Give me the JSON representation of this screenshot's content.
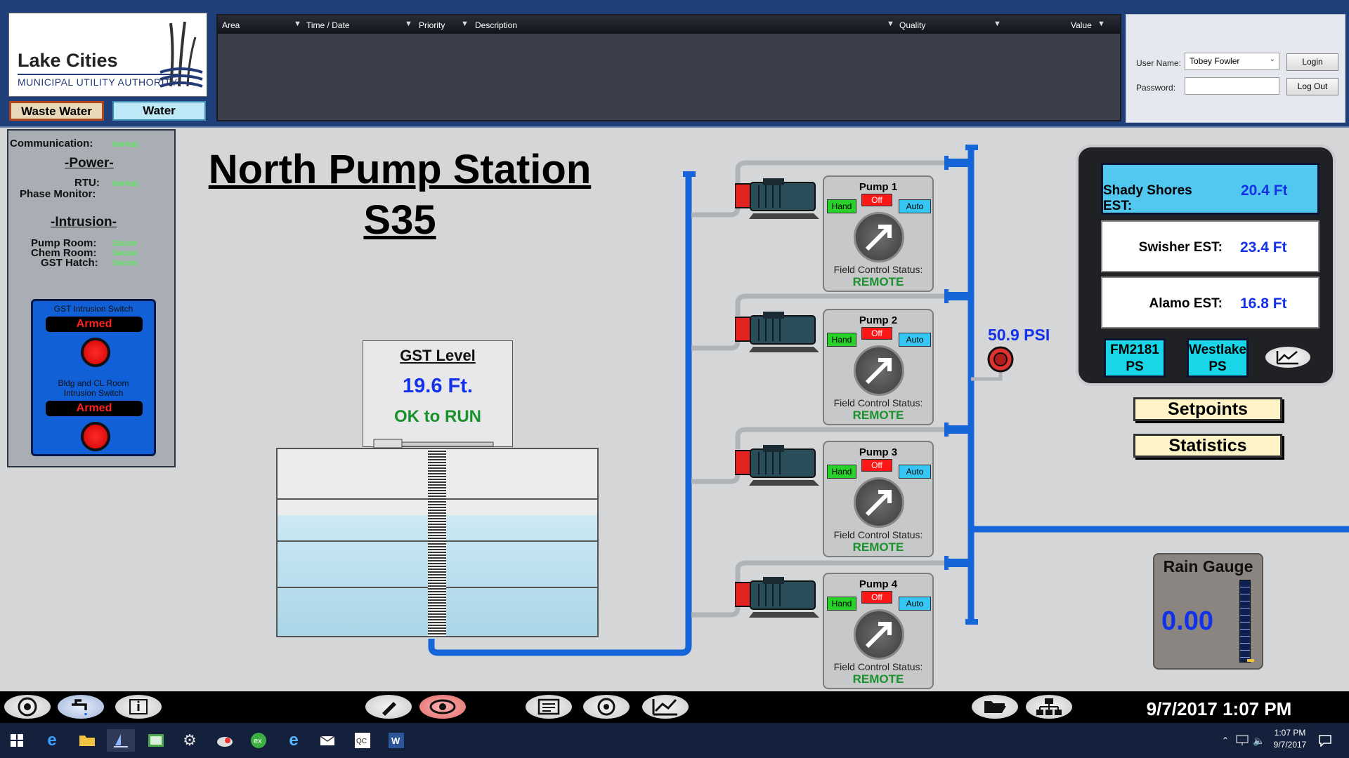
{
  "header": {
    "logo": {
      "line1": "Lake Cities",
      "line2": "MUNICIPAL UTILITY AUTHORITY"
    },
    "utility_buttons": {
      "waste_water": "Waste Water",
      "water": "Water"
    },
    "alarm_columns": {
      "area": "Area",
      "time_date": "Time / Date",
      "priority": "Priority",
      "description": "Description",
      "quality": "Quality",
      "value": "Value"
    },
    "login": {
      "user_label": "User Name:",
      "user_value": "Tobey Fowler",
      "password_label": "Password:",
      "login_button": "Login",
      "logout_button": "Log Out"
    }
  },
  "sidebar": {
    "communication_label": "Communication:",
    "communication_value": "Normal",
    "power_heading": "-Power-",
    "rtu_label": "RTU:",
    "rtu_value": "Normal",
    "phase_label": "Phase Monitor:",
    "intrusion_heading": "-Intrusion-",
    "pump_room_label": "Pump Room:",
    "pump_room_value": "Secure",
    "chem_room_label": "Chem Room:",
    "chem_room_value": "Secure",
    "gst_hatch_label": "GST Hatch:",
    "gst_hatch_value": "Secure",
    "gst_switch_label": "GST Intrusion Switch",
    "gst_switch_state": "Armed",
    "bldg_switch_label": "Bldg and CL Room Intrusion Switch",
    "bldg_switch_state": "Armed"
  },
  "main": {
    "title": "North Pump Station",
    "subtitle": "S35",
    "gst": {
      "label": "GST Level",
      "level": "19.6 Ft.",
      "status": "OK to RUN"
    },
    "pressure": "50.9 PSI",
    "pumps": [
      {
        "name": "Pump 1",
        "hand": "Hand",
        "off": "Off",
        "auto": "Auto",
        "fcs_label": "Field Control Status:",
        "fcs_value": "REMOTE"
      },
      {
        "name": "Pump 2",
        "hand": "Hand",
        "off": "Off",
        "auto": "Auto",
        "fcs_label": "Field Control Status:",
        "fcs_value": "REMOTE"
      },
      {
        "name": "Pump 3",
        "hand": "Hand",
        "off": "Off",
        "auto": "Auto",
        "fcs_label": "Field Control Status:",
        "fcs_value": "REMOTE"
      },
      {
        "name": "Pump 4",
        "hand": "Hand",
        "off": "Off",
        "auto": "Auto",
        "fcs_label": "Field Control Status:",
        "fcs_value": "REMOTE"
      }
    ],
    "est": [
      {
        "label": "Shady Shores EST:",
        "value": "20.4 Ft"
      },
      {
        "label": "Swisher EST:",
        "value": "23.4 Ft"
      },
      {
        "label": "Alamo EST:",
        "value": "16.8 Ft"
      }
    ],
    "ps_buttons": {
      "fm2181_line1": "FM2181",
      "fm2181_line2": "PS",
      "westlake_line1": "Westlake",
      "westlake_line2": "PS"
    },
    "setpoints": "Setpoints",
    "statistics": "Statistics",
    "rain": {
      "label": "Rain Gauge",
      "value": "0.00"
    }
  },
  "toolbar": {
    "datetime": "9/7/2017 1:07 PM"
  },
  "taskbar": {
    "time": "1:07 PM",
    "date": "9/7/2017"
  },
  "colors": {
    "pipe": "#1565d8",
    "accent_blue": "#1231e8",
    "status_green": "#19922b",
    "alarm_red": "#ff1616"
  }
}
